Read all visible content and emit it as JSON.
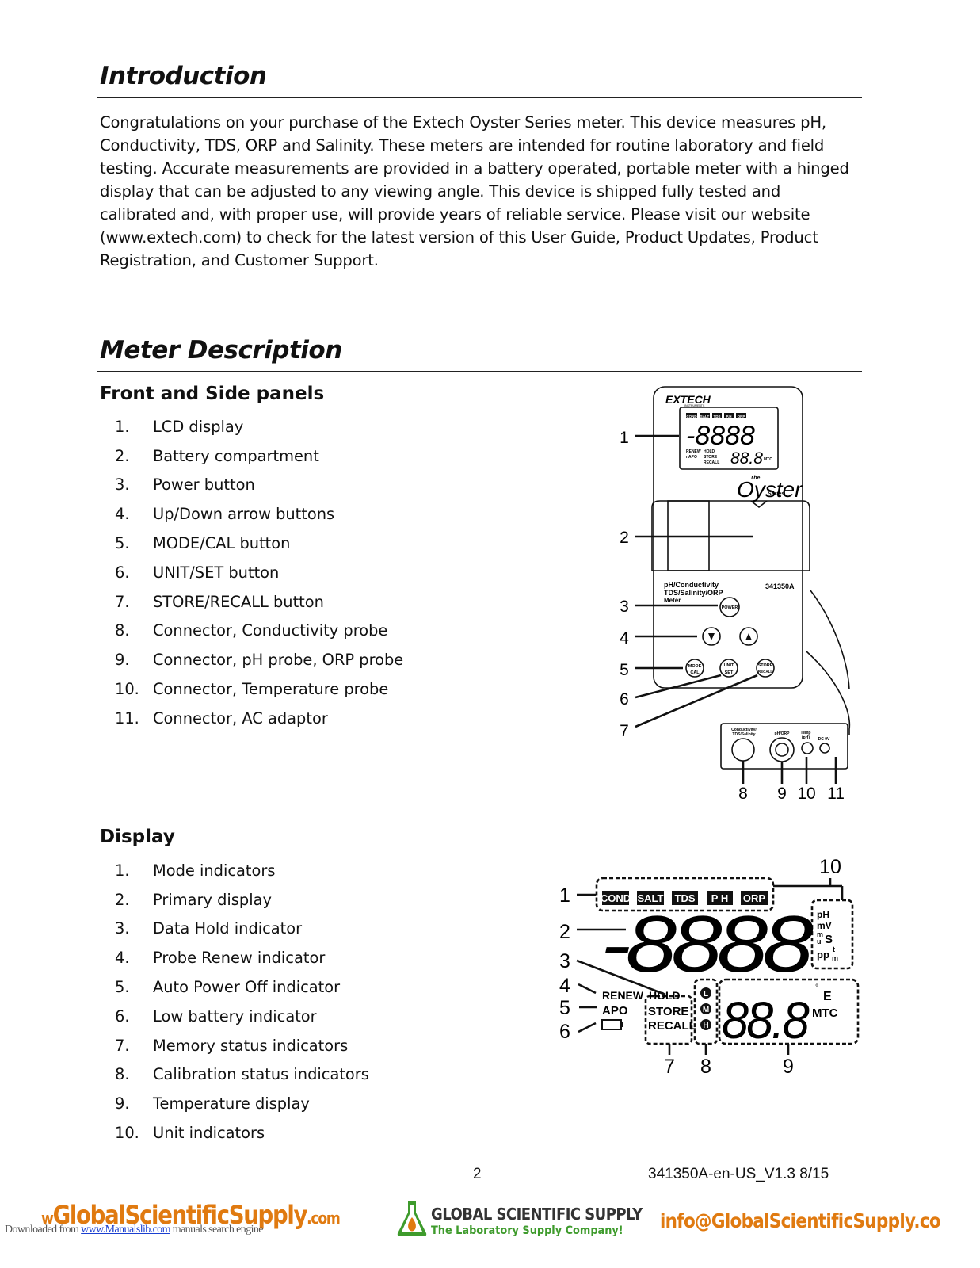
{
  "intro": {
    "heading": "Introduction",
    "paragraph": "Congratulations on your purchase of the Extech Oyster Series meter. This device measures pH, Conductivity, TDS, ORP and Salinity. These meters are intended for routine laboratory and field testing. Accurate measurements are provided in a battery operated, portable meter with a hinged display that can be adjusted to any viewing angle. This device is shipped fully tested and calibrated and, with proper use, will provide years of reliable service. Please visit our website (www.extech.com) to check for the latest version of this User Guide, Product Updates, Product Registration, and Customer Support."
  },
  "meter": {
    "heading": "Meter Description",
    "panels_heading": "Front and Side panels",
    "panels": [
      {
        "num": "1.",
        "label": "LCD display"
      },
      {
        "num": "2.",
        "label": "Battery compartment"
      },
      {
        "num": "3.",
        "label": "Power button"
      },
      {
        "num": "4.",
        "label": "Up/Down arrow buttons"
      },
      {
        "num": "5.",
        "label": "MODE/CAL button"
      },
      {
        "num": "6.",
        "label": "UNIT/SET button"
      },
      {
        "num": "7.",
        "label": "STORE/RECALL button"
      },
      {
        "num": "8.",
        "label": "Connector, Conductivity probe"
      },
      {
        "num": "9.",
        "label": "Connector, pH probe, ORP probe"
      },
      {
        "num": "10.",
        "label": "Connector, Temperature probe"
      },
      {
        "num": "11.",
        "label": "Connector, AC adaptor"
      }
    ],
    "display_heading": "Display",
    "display_items": [
      {
        "num": "1.",
        "label": "Mode indicators"
      },
      {
        "num": "2.",
        "label": "Primary display"
      },
      {
        "num": "3.",
        "label": "Data Hold indicator"
      },
      {
        "num": "4.",
        "label": "Probe Renew indicator"
      },
      {
        "num": "5.",
        "label": "Auto Power Off indicator"
      },
      {
        "num": "6.",
        "label": "Low battery indicator"
      },
      {
        "num": "7.",
        "label": "Memory status indicators"
      },
      {
        "num": "8.",
        "label": "Calibration status indicators"
      },
      {
        "num": "9.",
        "label": "Temperature display"
      },
      {
        "num": "10.",
        "label": "Unit indicators"
      }
    ]
  },
  "meter_figure": {
    "brand": "EXTECH",
    "brand_sub": "INSTRUMENTS",
    "modes": [
      "COND",
      "SALT",
      "TDS",
      "P.H",
      "ORP"
    ],
    "primary_digits": "-8888",
    "secondary_digits": "88.8",
    "lcd_small": [
      "RENEW",
      "HOLD",
      "nAPO",
      "STORE",
      "RECALL",
      "MTC"
    ],
    "series_the": "The",
    "series_name": "Oyster",
    "series_word": "Series",
    "label_line1": "pH/Conductivity",
    "label_line2": "TDS/Salinity/ORP",
    "label_line3": "Meter",
    "model": "341350A",
    "btn_power": "POWER",
    "btn_mode": [
      "MODE",
      "CAL"
    ],
    "btn_unit": [
      "UNIT",
      "SET"
    ],
    "btn_store": [
      "STORE",
      "RECALL"
    ],
    "conn_cond": [
      "Conductivity/",
      "TDS/Salinity"
    ],
    "conn_ph": "pH/ORP",
    "conn_temp": [
      "Temp",
      "(pH)"
    ],
    "conn_dc": "DC 9V",
    "callouts": [
      "1",
      "2",
      "3",
      "4",
      "5",
      "6",
      "7",
      "8",
      "9",
      "10",
      "11"
    ]
  },
  "display_figure": {
    "modes": [
      "COND",
      "SALT",
      "TDS",
      "P H",
      "ORP"
    ],
    "primary_digits": "-8888",
    "secondary_digits": "88.8",
    "renew": "RENEW",
    "hold": "HOLD",
    "apo": "APO",
    "store": "STORE",
    "recall": "RECALL",
    "cal": [
      "L",
      "M",
      "H"
    ],
    "mtc": "MTC",
    "units": [
      "pH",
      "mV",
      "m",
      "u",
      "S",
      "pp",
      "t",
      "m"
    ],
    "callouts": [
      "1",
      "2",
      "3",
      "4",
      "5",
      "6",
      "7",
      "8",
      "9",
      "10"
    ]
  },
  "footer": {
    "page": "2",
    "doc": "341350A-en-US_V1.3   8/15"
  },
  "banner": {
    "left_w": "w",
    "left_main": "GlobalScientificSupply",
    "left_com": ".com",
    "mid_title": "GLOBAL SCIENTIFIC SUPPLY",
    "mid_tag": "The Laboratory Supply Company!",
    "mail": "info@GlobalScientificSupply.co",
    "dl_prefix": "Downloaded from ",
    "dl_link": "www.Manualslib.com",
    "dl_suffix": "  manuals search engine"
  }
}
